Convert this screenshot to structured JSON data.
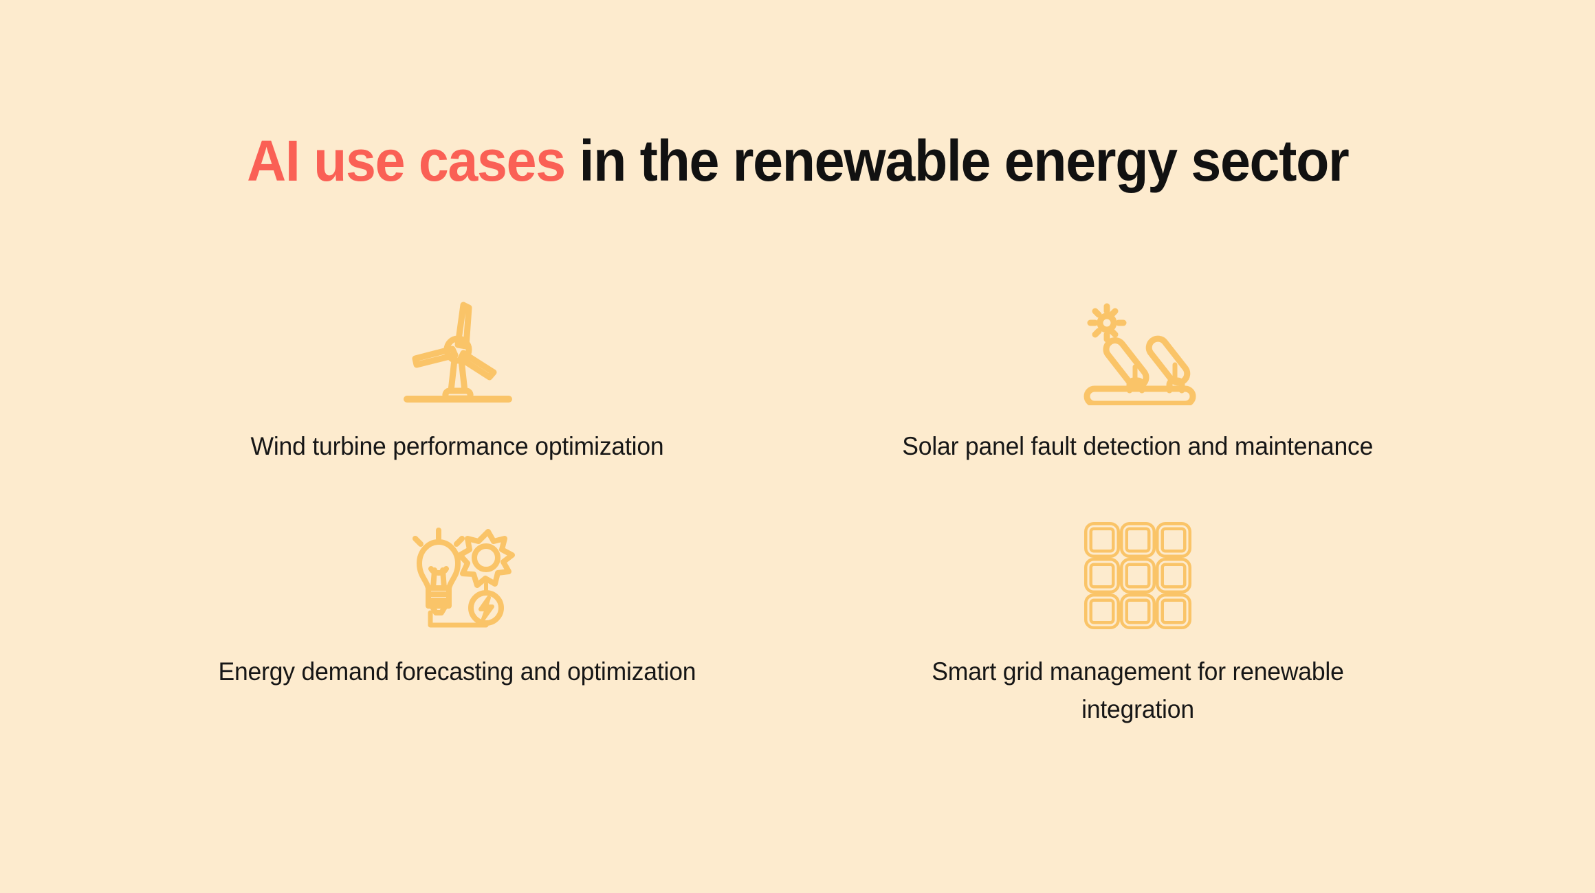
{
  "slide": {
    "background_color": "#FDEBCE",
    "accent_color": "#FA6055",
    "icon_color": "#FAC468",
    "text_color": "#161616",
    "title": {
      "highlight": "AI use cases",
      "rest": " in the renewable energy sector",
      "full": "AI use cases in the renewable energy sector"
    }
  },
  "cards": [
    {
      "icon": "wind-turbine-icon",
      "caption": "Wind turbine performance optimization"
    },
    {
      "icon": "solar-panel-icon",
      "caption": "Solar panel fault detection and maintenance"
    },
    {
      "icon": "lightbulb-energy-icon",
      "caption": "Energy demand forecasting and optimization"
    },
    {
      "icon": "smart-grid-icon",
      "caption": "Smart grid management for renewable integration"
    }
  ]
}
